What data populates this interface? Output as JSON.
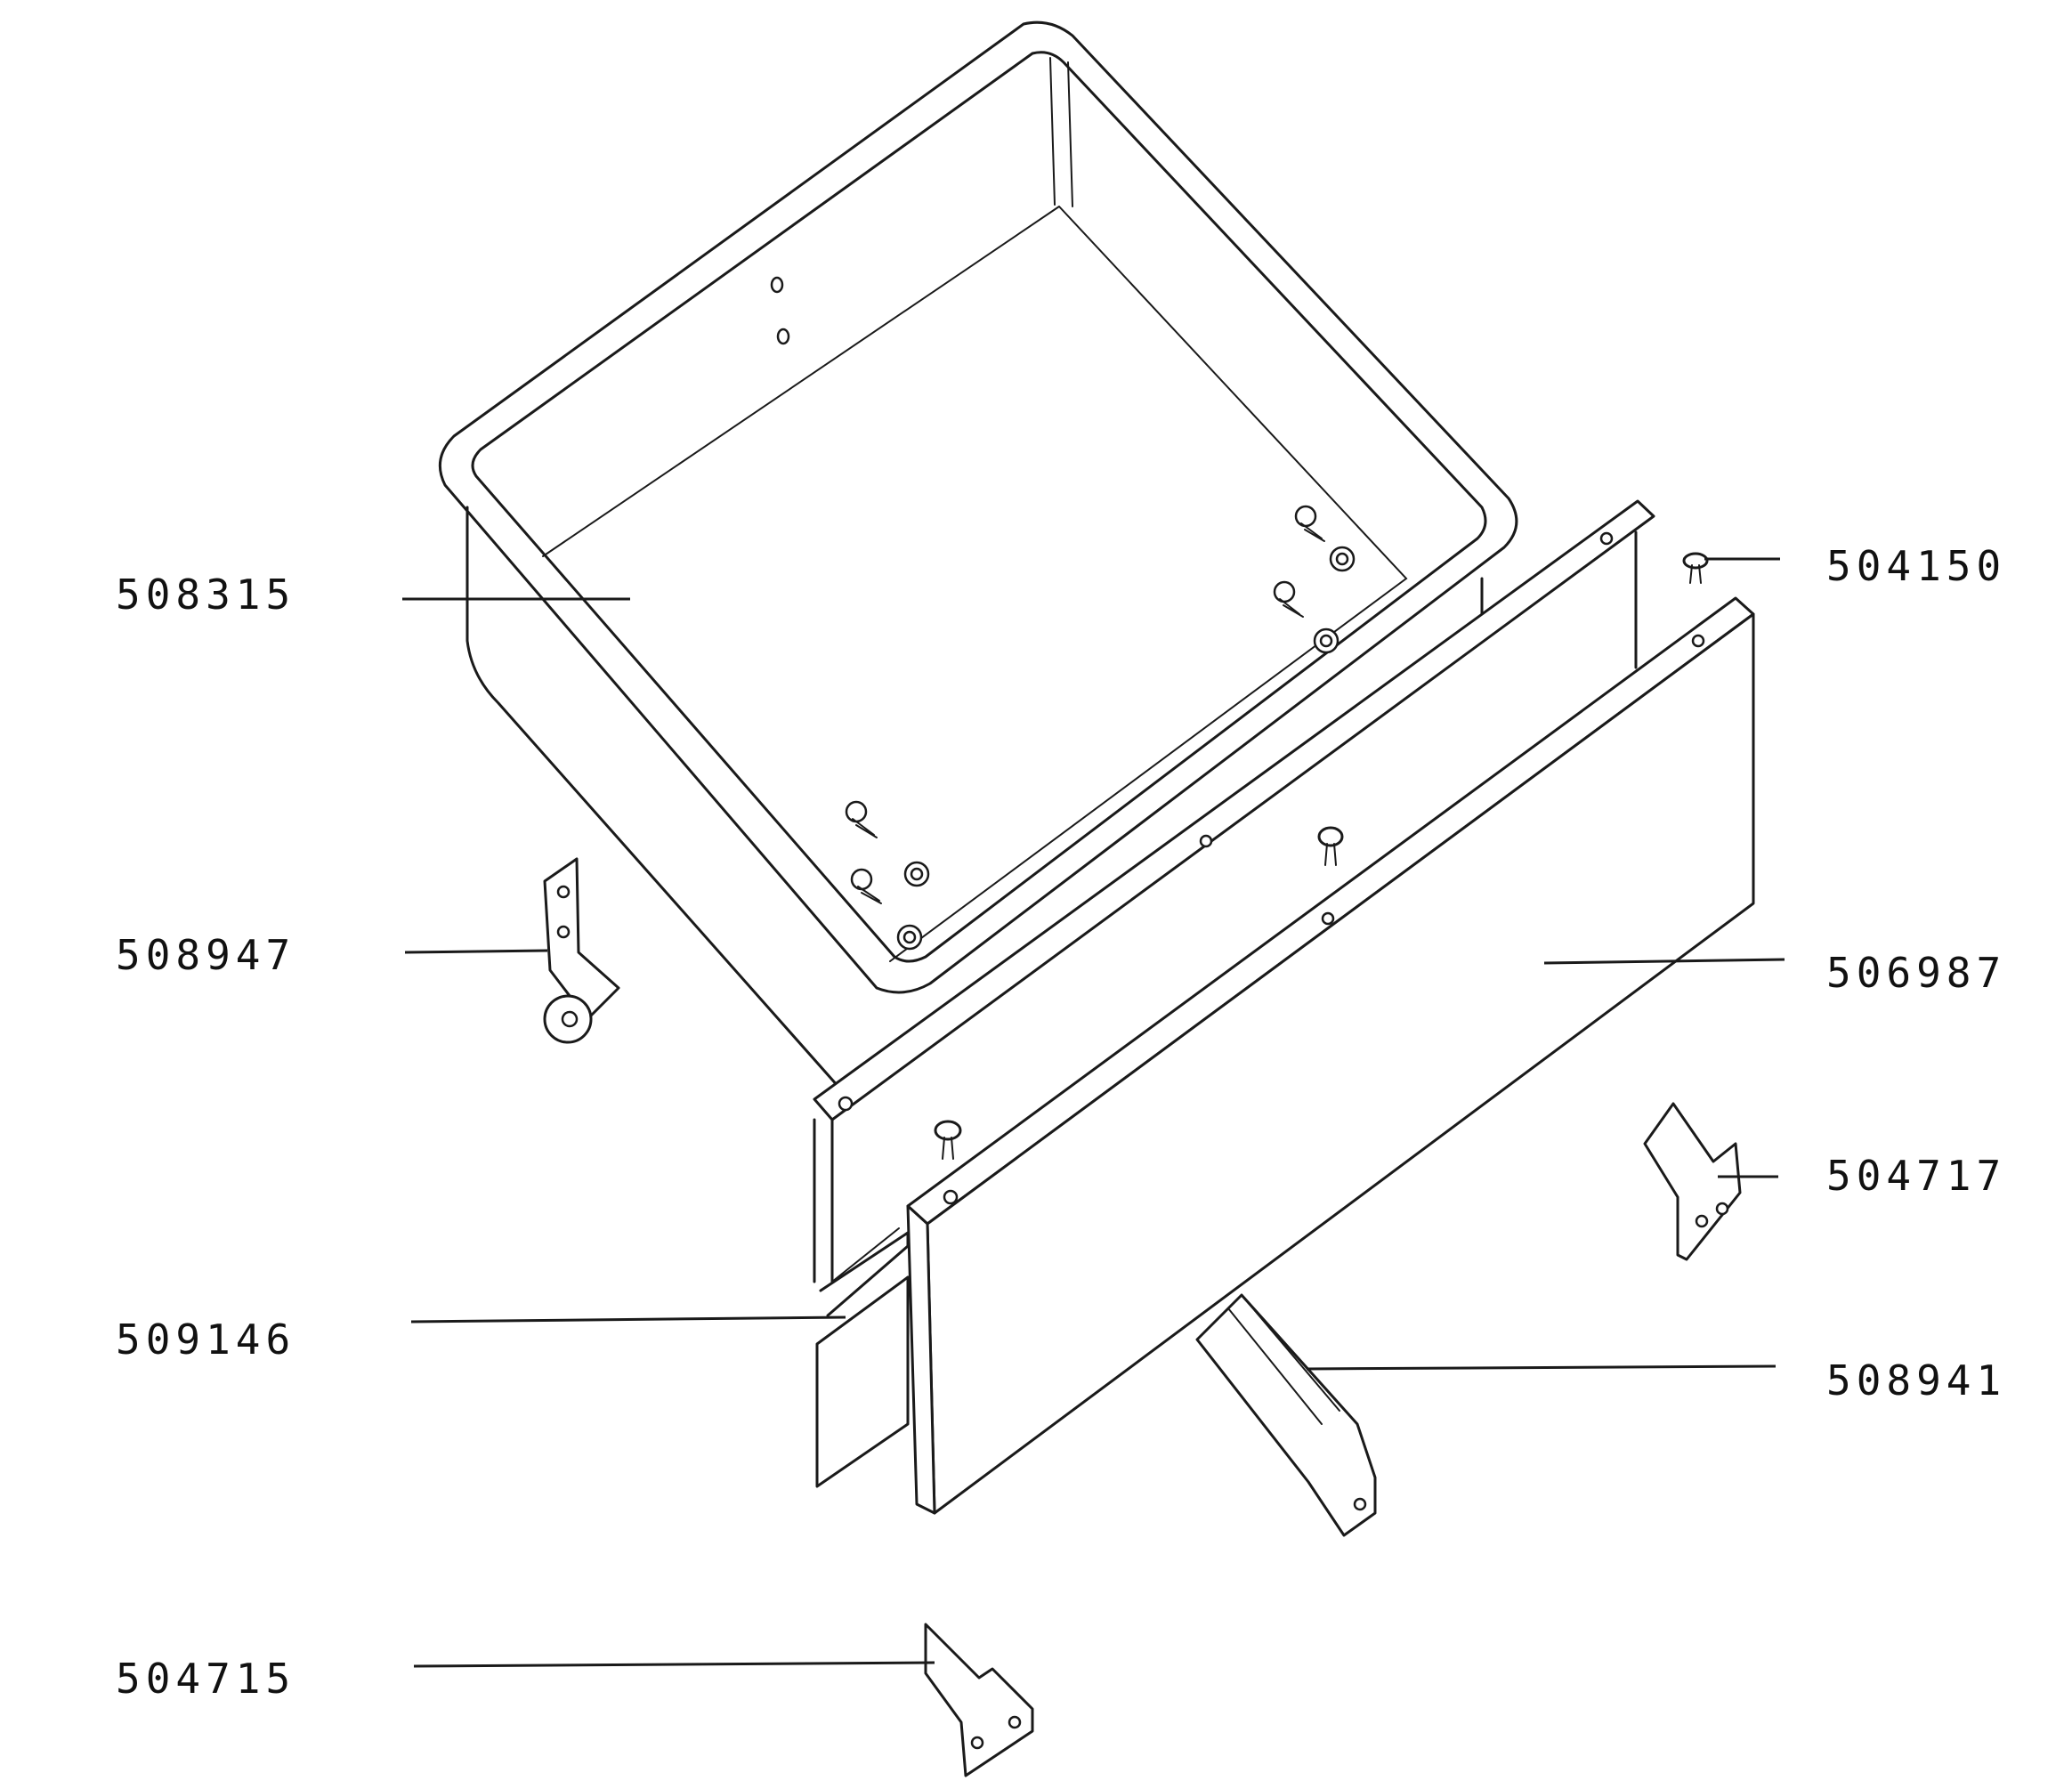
{
  "parts": [
    {
      "id": "p508315",
      "number": "508315",
      "name": "tub"
    },
    {
      "id": "p508947",
      "number": "508947",
      "name": "castor-bracket"
    },
    {
      "id": "p509146",
      "number": "509146",
      "name": "inner-panel"
    },
    {
      "id": "p504715",
      "number": "504715",
      "name": "bracket-left"
    },
    {
      "id": "p504150",
      "number": "504150",
      "name": "clip"
    },
    {
      "id": "p506987",
      "number": "506987",
      "name": "front-panel"
    },
    {
      "id": "p504717",
      "number": "504717",
      "name": "bracket-right"
    },
    {
      "id": "p508941",
      "number": "508941",
      "name": "runner"
    }
  ]
}
